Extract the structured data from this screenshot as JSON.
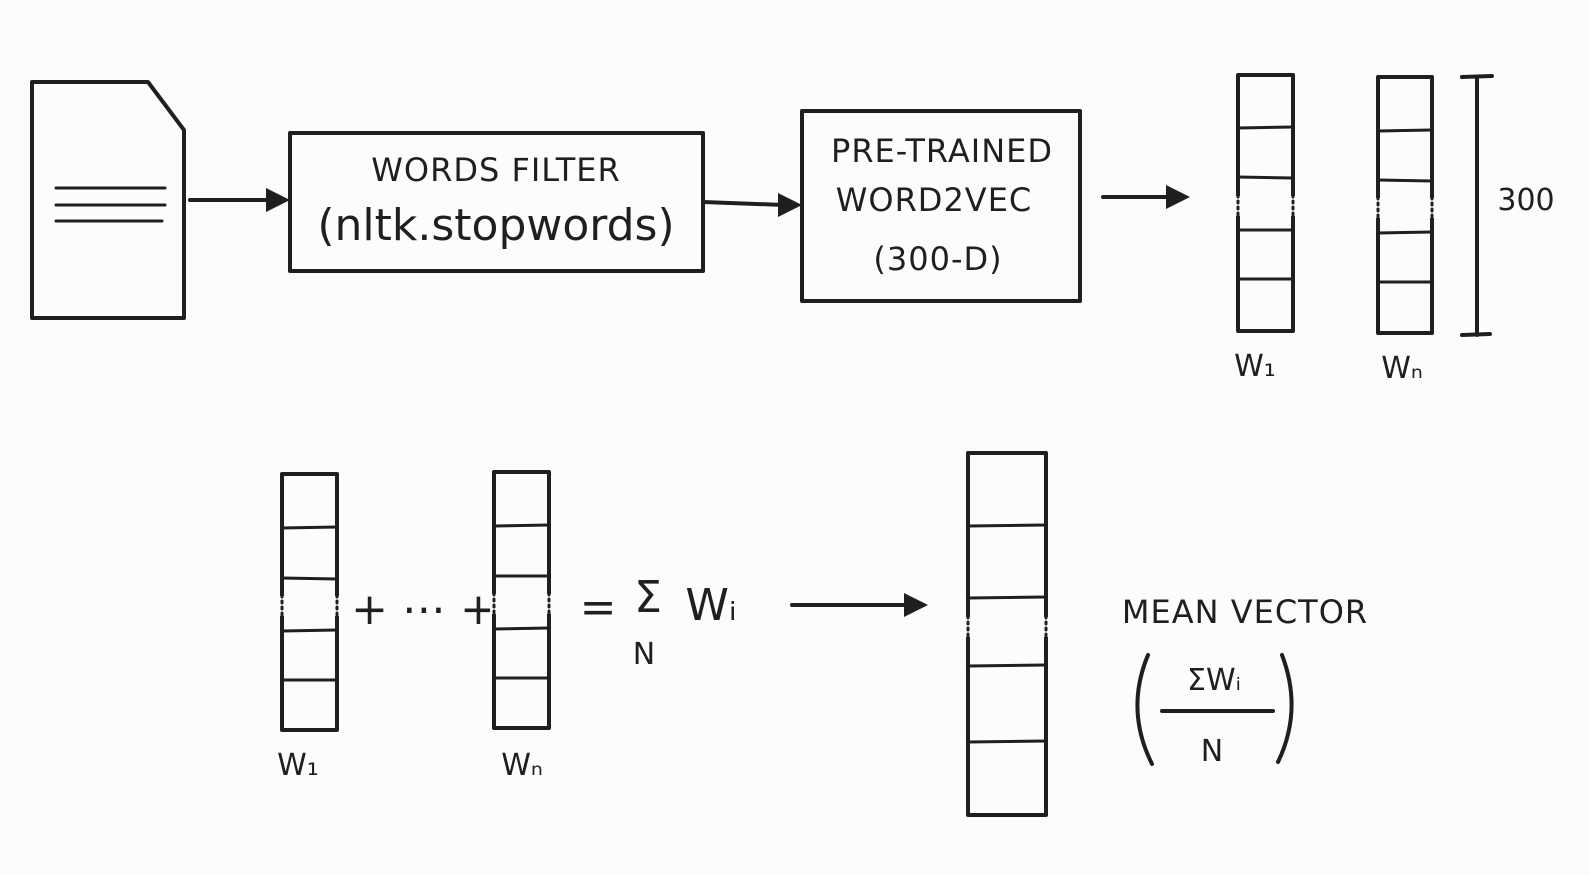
{
  "diagram": {
    "words_filter": {
      "title": "WORDS FILTER",
      "subtitle": "(nltk.stopwords)"
    },
    "pretrained": {
      "line1": "PRE-TRAINED",
      "line2": "WORD2VEC",
      "line3": "(300-D)"
    },
    "dimension_label": "300",
    "top_vectors": {
      "first_label": "W₁",
      "last_label": "Wₙ"
    },
    "bottom_vectors": {
      "first_label": "W₁",
      "last_label": "Wₙ"
    },
    "equation": {
      "plus_dots_plus": "+ ⋯ +",
      "equals": "=",
      "sigma": "Σ",
      "sigma_sub": "N",
      "term": "Wᵢ"
    },
    "mean_vector": {
      "title": "MEAN VECTOR",
      "numerator": "ΣWᵢ",
      "denominator": "N"
    }
  }
}
